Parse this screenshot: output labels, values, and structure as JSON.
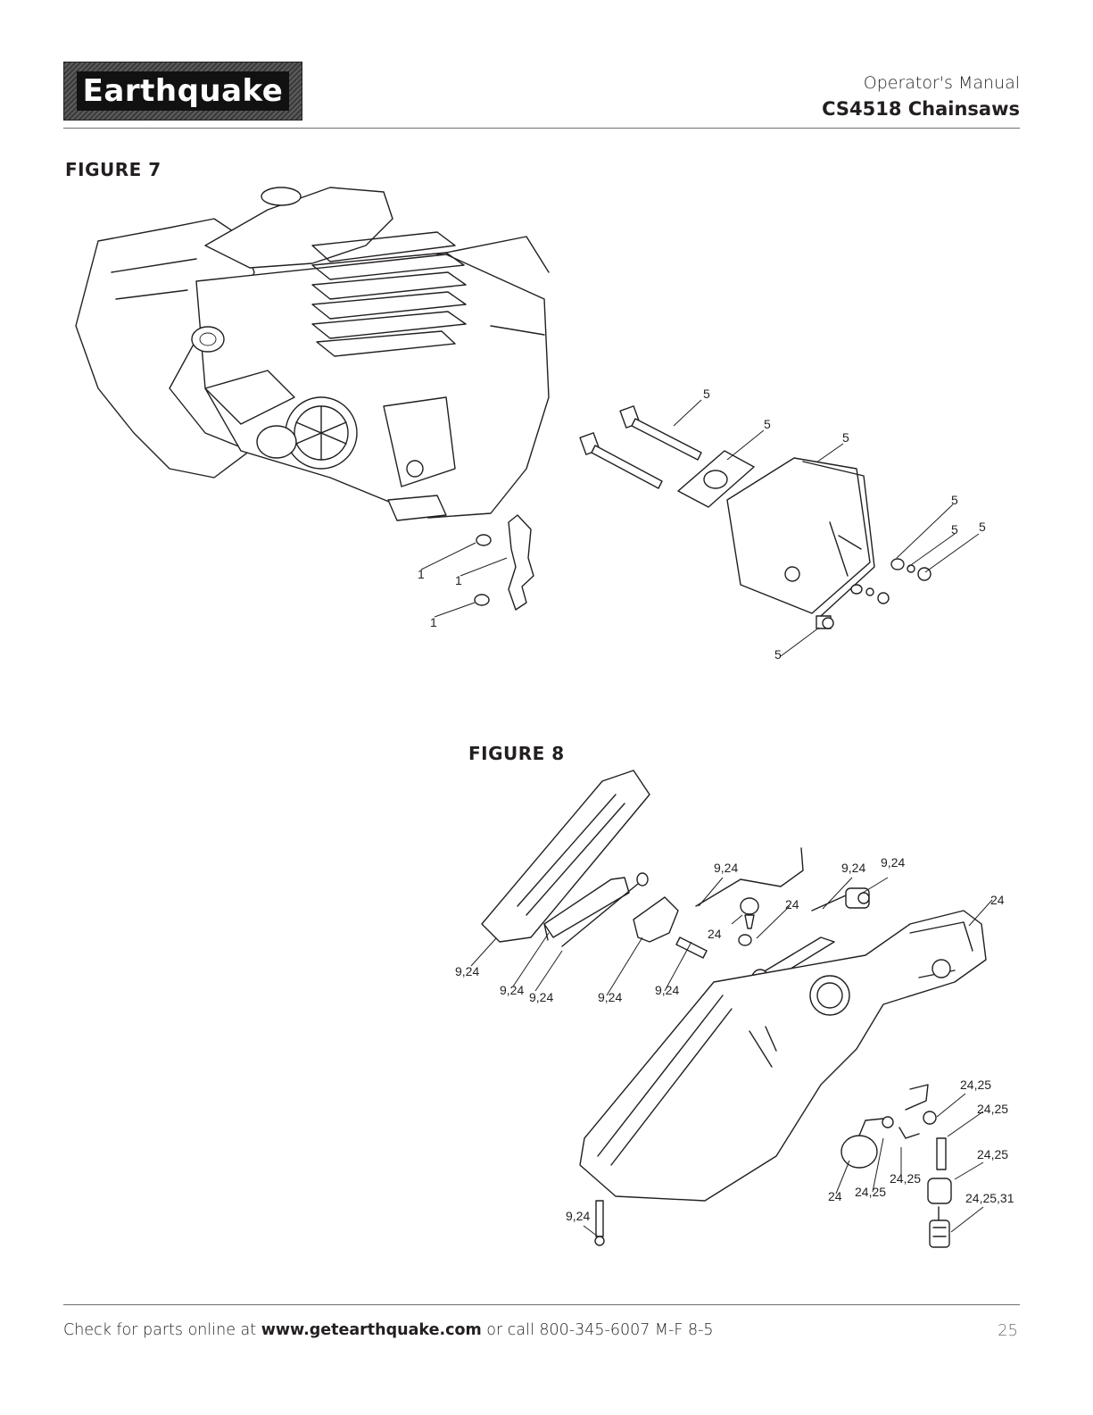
{
  "header": {
    "logo_text": "Earthquake",
    "subtitle": "Operator's Manual",
    "title": "CS4518 Chainsaws"
  },
  "figure7": {
    "title": "FIGURE 7",
    "callouts": [
      "5",
      "5",
      "5",
      "5",
      "5",
      "5",
      "5",
      "1",
      "1",
      "1"
    ]
  },
  "figure8": {
    "title": "FIGURE 8",
    "callouts": [
      "9,24",
      "9,24",
      "9,24",
      "24",
      "24",
      "24",
      "9,24",
      "9,24",
      "9,24",
      "9,24",
      "9,24",
      "24,25",
      "24,25",
      "24,25",
      "24",
      "24,25",
      "24,25",
      "24,25,31",
      "9,24"
    ]
  },
  "footer": {
    "text_before": "Check for parts online at ",
    "url": "www.getearthquake.com",
    "text_after": " or call 800-345-6007 M-F 8-5",
    "page_number": "25"
  },
  "colors": {
    "ink": "#231f20",
    "rule": "#6d6e71"
  }
}
